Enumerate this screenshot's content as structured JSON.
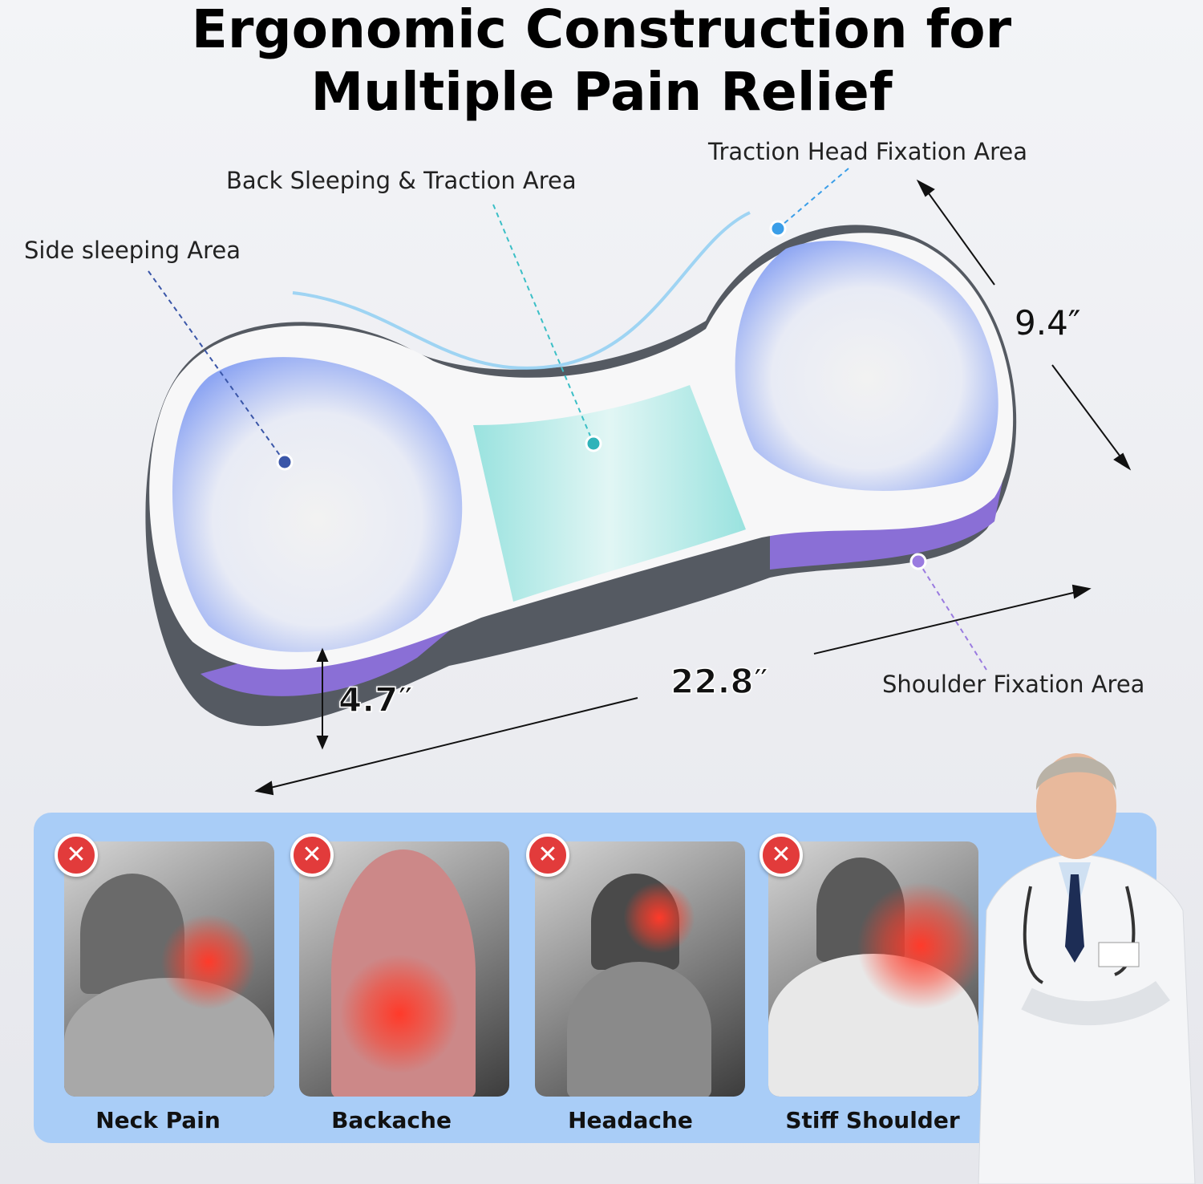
{
  "title": {
    "line1": "Ergonomic Construction for",
    "line2": "Multiple Pain Relief"
  },
  "areas": {
    "side": "Side sleeping Area",
    "back": "Back Sleeping & Traction Area",
    "head": "Traction Head Fixation Area",
    "shoulder": "Shoulder Fixation Area"
  },
  "dimensions": {
    "height": "9.4″",
    "length": "22.8″",
    "thickness": "4.7″"
  },
  "pains": [
    {
      "label": "Neck Pain",
      "icon": "x-icon"
    },
    {
      "label": "Backache",
      "icon": "x-icon"
    },
    {
      "label": "Headache",
      "icon": "x-icon"
    },
    {
      "label": "Stiff Shoulder",
      "icon": "x-icon"
    }
  ],
  "colors": {
    "panel": "#a9cdf7",
    "x": "#e23b3b",
    "purple": "#8a6fd6",
    "teal": "#8fe0dc",
    "blue": "#9fb6f5"
  }
}
